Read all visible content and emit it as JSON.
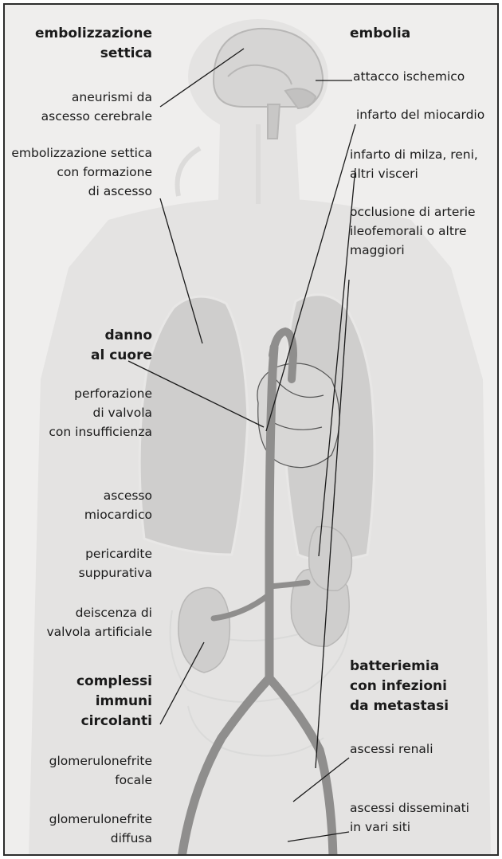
{
  "left": {
    "heading_embolizzazione": "embolizzazione\nsettica",
    "aneurismi": "aneurismi da\nascesso cerebrale",
    "embolizzazione_ascesso": "embolizzazione settica\ncon formazione\ndi ascesso",
    "heading_danno": "danno\nal cuore",
    "perforazione": "perforazione\ndi valvola\ncon insufficienza",
    "ascesso_miocardico": "ascesso\nmiocardico",
    "pericardite": "pericardite\nsuppurativa",
    "deiscenza": "deiscenza di\nvalvola artificiale",
    "heading_complessi": "complessi\nimmuni\ncircolanti",
    "glomerulonefrite_focale": "glomerulonefrite\nfocale",
    "glomerulonefrite_diffusa": "glomerulonefrite\ndiffusa"
  },
  "right": {
    "heading_embolia": "embolia",
    "attacco": "attacco ischemico",
    "infarto_miocardio": "infarto del miocardio",
    "infarto_visceri": "infarto di milza, reni,\naltri visceri",
    "occlusione": "occlusione di arterie\nileofemorali o altre\nmaggiori",
    "heading_batteriemia": "batteriemia\ncon infezioni\nda metastasi",
    "ascessi_renali": "ascessi renali",
    "ascessi_disseminati": "ascessi disseminati\nin vari siti"
  },
  "colors": {
    "background": "#efeeed",
    "body_silhouette": "#e3e2e1",
    "organ_fill": "#cfcecd",
    "vessel": "#8f8e8d",
    "leader_line": "#1a1a1a",
    "frame": "#2c2c2c"
  }
}
